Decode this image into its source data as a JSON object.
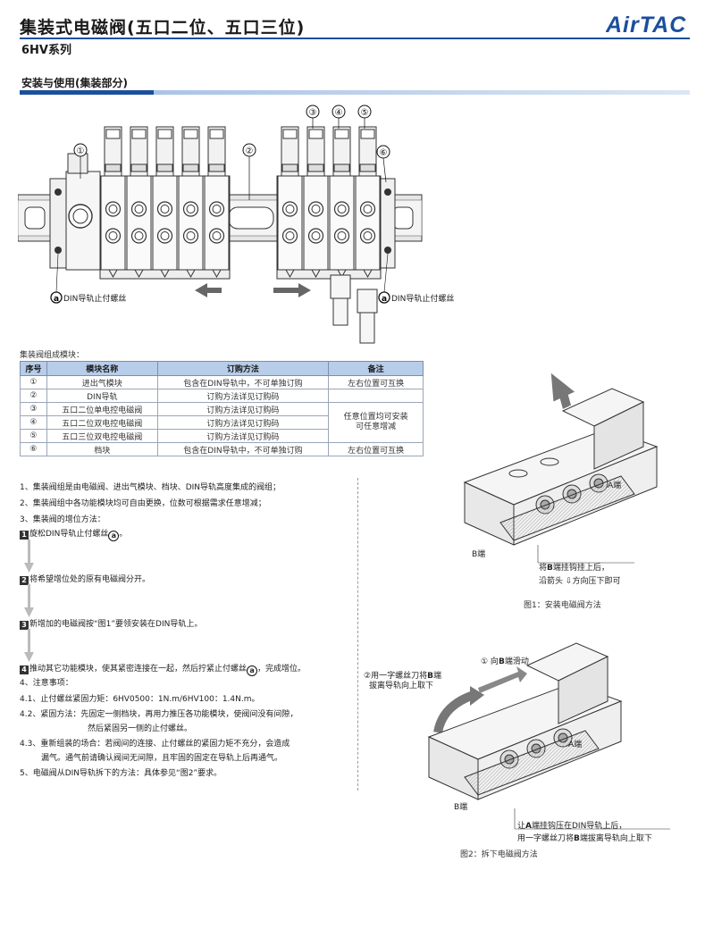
{
  "header": {
    "title": "集装式电磁阀(五口二位、五口三位)",
    "series": "6HV系列",
    "logo_text": "AirTAC",
    "brand_color": "#1c4f9c"
  },
  "section": {
    "title": "安装与使用(集装部分)"
  },
  "diagram": {
    "callouts": [
      "①",
      "②",
      "③",
      "④",
      "⑤",
      "⑥"
    ],
    "screw_label_left": "DIN导轨止付螺丝",
    "screw_label_right": "DIN导轨止付螺丝",
    "screw_marker": "a"
  },
  "table": {
    "caption": "集装阀组成模块：",
    "headers": [
      "序号",
      "模块名称",
      "订购方法",
      "备注"
    ],
    "rows": [
      [
        "①",
        "进出气模块",
        "包含在DIN导轨中，不可单独订购",
        "左右位置可互换"
      ],
      [
        "②",
        "DIN导轨",
        "订购方法详见订购码",
        ""
      ],
      [
        "③",
        "五口二位单电控电磁阀",
        "订购方法详见订购码",
        "任意位置均可安装\n可任意增减"
      ],
      [
        "④",
        "五口二位双电控电磁阀",
        "订购方法详见订购码",
        ""
      ],
      [
        "⑤",
        "五口三位双电控电磁阀",
        "订购方法详见订购码",
        ""
      ],
      [
        "⑥",
        "档块",
        "包含在DIN导轨中，不可单独订购",
        "左右位置可互换"
      ]
    ]
  },
  "instructions": {
    "l1": "1、集装阀组是由电磁阀、进出气模块、档块、DIN导轨高度集成的阀组；",
    "l2": "2、集装阀组中各功能模块均可自由更换，位数可根据需求任意增减；",
    "l3": "3、集装阀的增位方法：",
    "s1_num": "1",
    "s1_text": "旋松DIN导轨止付螺丝",
    "s2_num": "2",
    "s2_text": "将希望增位处的原有电磁阀分开。",
    "s3_num": "3",
    "s3_text": "新增加的电磁阀按“图1”要领安装在DIN导轨上。",
    "s4_num": "4",
    "s4_text_a": "推动其它功能模块，使其紧密连接在一起，然后拧紧止付螺丝",
    "s4_text_b": "，完成增位。",
    "l4": "4、注意事项：",
    "l41": "4.1、止付螺丝紧固力矩：6HV0500：1N.m/6HV100：1.4N.m。",
    "l42a": "4.2、紧固方法：先固定一侧档块，再用力推压各功能模块，使阀间没有间隙，",
    "l42b": "然后紧固另一侧的止付螺丝。",
    "l43a": "4.3、重新组装的场合：若阀间的连接、止付螺丝的紧固力矩不充分，会造成",
    "l43b": "漏气。通气前请确认阀间无间隙，且牢固的固定在导轨上后再通气。",
    "l5": "5、电磁阀从DIN导轨拆下的方法：具体参见“图2”要求。",
    "marker": "a"
  },
  "figure1": {
    "a_label": "A端",
    "b_label": "B端",
    "note_l1_pre": "将",
    "note_l1_b": "B",
    "note_l1_post": "端挂钩挂上后，",
    "note_l2": "沿箭头",
    "note_l2_post": "方向压下即可",
    "caption": "图1：安装电磁阀方法"
  },
  "figure2": {
    "step1_pre": "① 向",
    "step1_b": "B",
    "step1_post": "端滑动",
    "step2_l1_pre": "②用一字螺丝刀将",
    "step2_l1_b": "B",
    "step2_l1_post": "端",
    "step2_l2": "拔离导轨向上取下",
    "a_label": "A端",
    "b_label": "B端",
    "note_l1_pre": "让",
    "note_l1_b": "A",
    "note_l1_post": "端挂钩压在DIN导轨上后，",
    "note_l2_pre": "用一字螺丝刀将",
    "note_l2_b": "B",
    "note_l2_post": "端拔离导轨向上取下",
    "caption": "图2：拆下电磁阀方法"
  }
}
